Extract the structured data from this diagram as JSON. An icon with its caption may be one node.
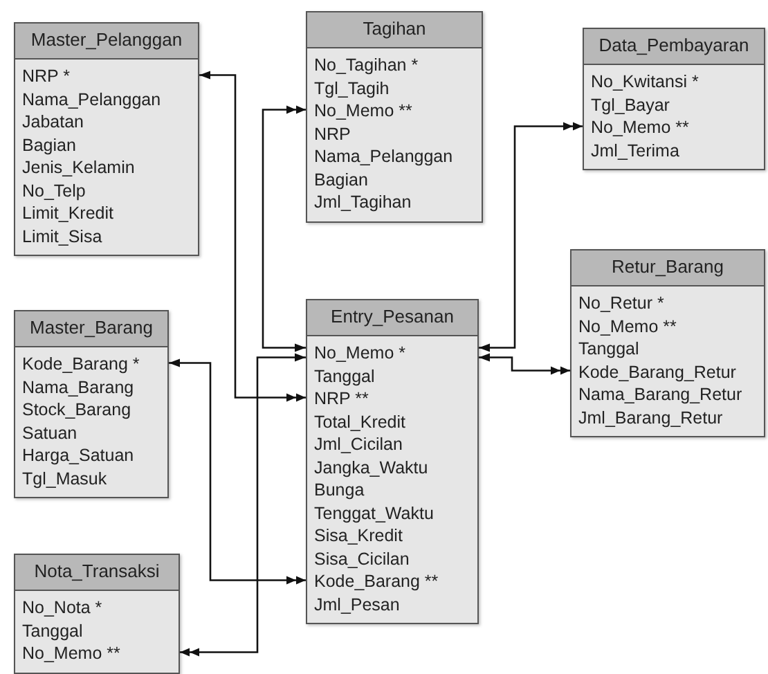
{
  "diagram": {
    "nodes": [
      {
        "text": [
          "Master_Pelanggan",
          "NRP *",
          "Nama_Pelanggan",
          "Jabatan",
          "Bagian",
          "Jenis_Kelamin",
          "No_Telp",
          "Limit_Kredit",
          "Limit_Sisa"
        ]
      },
      {
        "text": [
          "Tagihan",
          "No_Tagihan *",
          "Tgl_Tagih",
          "No_Memo **",
          "NRP",
          "Nama_Pelanggan",
          "Bagian",
          "Jml_Tagihan"
        ]
      },
      {
        "text": [
          "Data_Pembayaran",
          "No_Kwitansi *",
          "Tgl_Bayar",
          "No_Memo **",
          "Jml_Terima"
        ]
      },
      {
        "text": [
          "Master_Barang",
          "Kode_Barang *",
          "Nama_Barang",
          "Stock_Barang",
          "Satuan",
          "Harga_Satuan",
          "Tgl_Masuk"
        ]
      },
      {
        "text": [
          "Entry_Pesanan",
          "No_Memo *",
          "Tanggal",
          "NRP **",
          "Total_Kredit",
          "Jml_Cicilan",
          "Jangka_Waktu",
          "Bunga",
          "Tenggat_Waktu",
          "Sisa_Kredit",
          "Sisa_Cicilan",
          "Kode_Barang **",
          "Jml_Pesan"
        ]
      },
      {
        "text": [
          "Retur_Barang",
          "No_Retur *",
          "No_Memo **",
          "Tanggal",
          "Kode_Barang_Retur",
          "Nama_Barang_Retur",
          "Jml_Barang_Retur"
        ]
      },
      {
        "text": [
          "Nota_Transaksi",
          "No_Nota *",
          "Tanggal",
          "No_Memo **"
        ]
      }
    ],
    "edges": [
      {
        "from": 0,
        "to": 4,
        "arrow": "both"
      },
      {
        "from": 3,
        "to": 4,
        "arrow": "both"
      },
      {
        "from": 4,
        "to": 1,
        "arrow": "both"
      },
      {
        "from": 4,
        "to": 6,
        "arrow": "both"
      },
      {
        "from": 4,
        "to": 2,
        "arrow": "both"
      },
      {
        "from": 4,
        "to": 5,
        "arrow": "both"
      }
    ]
  }
}
